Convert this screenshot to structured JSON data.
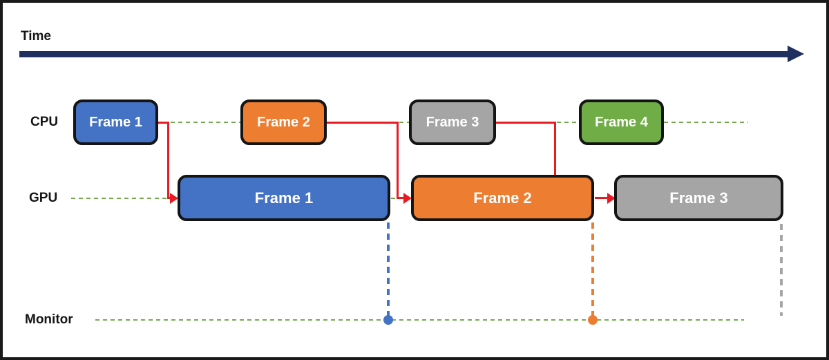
{
  "diagram": {
    "time_label": "Time",
    "lanes": {
      "cpu": "CPU",
      "gpu": "GPU",
      "monitor": "Monitor"
    },
    "cpu_frames": [
      {
        "label": "Frame 1",
        "color": "#4472c4"
      },
      {
        "label": "Frame 2",
        "color": "#ed7d31"
      },
      {
        "label": "Frame 3",
        "color": "#a5a5a5"
      },
      {
        "label": "Frame 4",
        "color": "#70ad47"
      }
    ],
    "gpu_frames": [
      {
        "label": "Frame 1",
        "color": "#4472c4"
      },
      {
        "label": "Frame 2",
        "color": "#ed7d31"
      },
      {
        "label": "Frame 3",
        "color": "#a5a5a5"
      }
    ],
    "monitor_events": [
      {
        "name": "frame-1-scanout",
        "color": "#4472c4"
      },
      {
        "name": "frame-2-scanout",
        "color": "#ed7d31"
      }
    ],
    "colors": {
      "timeline_arrow": "#1f3060",
      "dependency_arrow": "#e81b23",
      "lane_guide_dash": "#74a94f",
      "border": "#1a1a1a"
    }
  }
}
